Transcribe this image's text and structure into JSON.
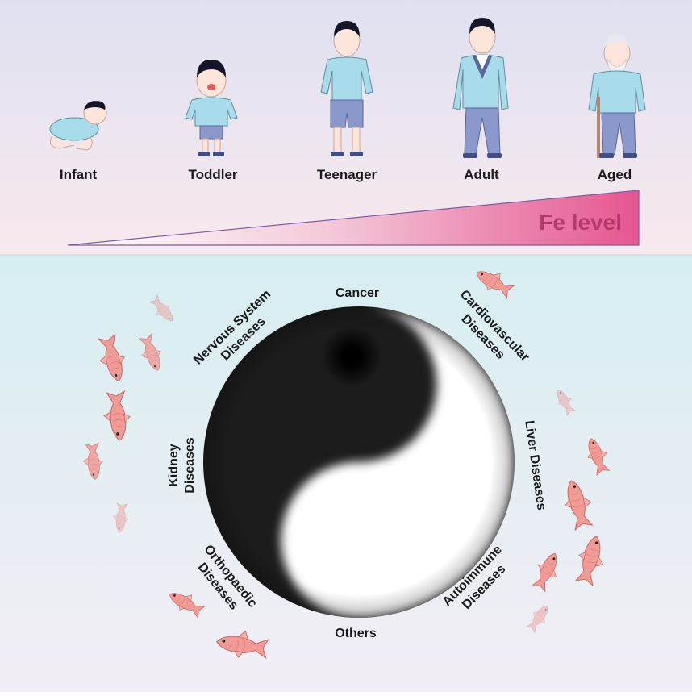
{
  "life_stages": [
    {
      "id": "infant",
      "label": "Infant"
    },
    {
      "id": "toddler",
      "label": "Toddler"
    },
    {
      "id": "teenager",
      "label": "Teenager"
    },
    {
      "id": "adult",
      "label": "Adult"
    },
    {
      "id": "aged",
      "label": "Aged"
    }
  ],
  "fe_level": {
    "label": "Fe level",
    "trend": "increasing with age"
  },
  "diseases": {
    "top": "Cancer",
    "bottom": "Others",
    "nervous_1": "Nervous System",
    "nervous_2": "Diseases",
    "cardio_1": "Cardiovascular",
    "cardio_2": "Diseases",
    "kidney_1": "Kidney",
    "kidney_2": "Diseases",
    "liver": "Liver Diseases",
    "ortho_1": "Orthopaedic",
    "ortho_2": "Diseases",
    "auto_1": "Autoimmune",
    "auto_2": "Diseases"
  },
  "center_symbol": "yin-yang",
  "colors": {
    "top_panel_bg": "#f4e9f1",
    "bottom_panel_bg": "#dff1f1",
    "fe_gradient_start": "#ffffff",
    "fe_gradient_end": "#e25a8e",
    "fe_text": "#b33a6a",
    "skin": "#fde5dc",
    "clothes": "#a9dcea",
    "pants": "#8b98cb",
    "hair": "#15152a",
    "fish": "#f29a95"
  }
}
